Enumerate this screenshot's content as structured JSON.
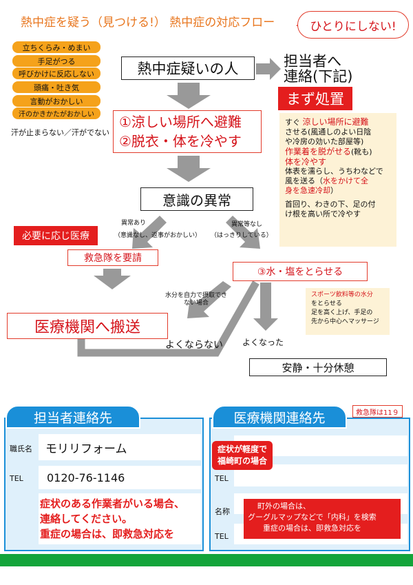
{
  "header": {
    "title": "熱中症を疑う（見つける!） 熱中症の対応フロー",
    "callout": "ひとりにしない!"
  },
  "symptoms": [
    "立ちくらみ・めまい",
    "手足がつる",
    "呼びかけに反応しない",
    "頭痛・吐き気",
    "言動がおかしい",
    "汗のかきかたがおかしい"
  ],
  "symptom_extra": "汗が止まらない／汗がでない",
  "flow": {
    "suspect": "熱中症疑いの人",
    "contact_line1": "担当者へ",
    "contact_line2": "連絡(下記)",
    "first_aid": "まず処置",
    "step1_line1": "①涼しい場所へ避難",
    "step1_line2": "②脱衣・体を冷やす",
    "consciousness": "意識の異常",
    "abnormal_label": "異常あり",
    "abnormal_detail": "（意識なし、返事がおかしい）",
    "normal_label": "異常等なし",
    "normal_detail": "（はっきりしている）",
    "medical_as_needed": "必要に応じ医療",
    "ambulance": "救急隊を要請",
    "water_salt": "③水・塩をとらせる",
    "cant_drink_line1": "水分を自力で摂取でき",
    "cant_drink_line2": "ない場合",
    "hospital": "医療機関へ搬送",
    "not_better": "よくならない",
    "better": "よくなった",
    "rest": "安静・十分休憩"
  },
  "first_aid_notes": {
    "l1a": "すぐ",
    "l1b": "涼しい場所に避難",
    "l2": "させる(風通しのよい日陰",
    "l3": "や冷房の効いた部屋等)",
    "l4a": "作業着を脱がせる",
    "l4b": "(靴も)",
    "l5": "体を冷やす",
    "l6": "体表を濡らし、うちわなどで",
    "l7a": "風を送る（",
    "l7b": "水をかけて全",
    "l8": "身を急速冷却",
    "l8b": "）",
    "l9": "首回り、わきの下、足の付",
    "l10": "け根を高い所で冷やす"
  },
  "drink_notes": {
    "l1": "スポーツ飲料等の水分",
    "l2": "をとらせる",
    "l3": "足を高く上げ、手足の",
    "l4": "先から中心へマッサージ"
  },
  "contact_panel": {
    "title": "担当者連絡先",
    "name_label": "職氏名",
    "name_value": "モリリフォーム",
    "tel_label": "TEL",
    "tel_value": "0120-76-1146",
    "msg1": "症状のある作業者がいる場合、",
    "msg2": "連絡してください。",
    "msg3": "重症の場合は、即救急対応を"
  },
  "medical_panel": {
    "title": "医療機関連絡先",
    "ambulance_badge": "救急隊は11９",
    "mild_line1": "症状が軽度で",
    "mild_line2": "福崎町の場合",
    "tel_label": "TEL",
    "name_label": "名称",
    "tel_label2": "TEL",
    "note1": "町外の場合は、",
    "note2": "グーグルマップなどで「内科」を検索",
    "note3": "重症の場合は、即救急対応を"
  }
}
